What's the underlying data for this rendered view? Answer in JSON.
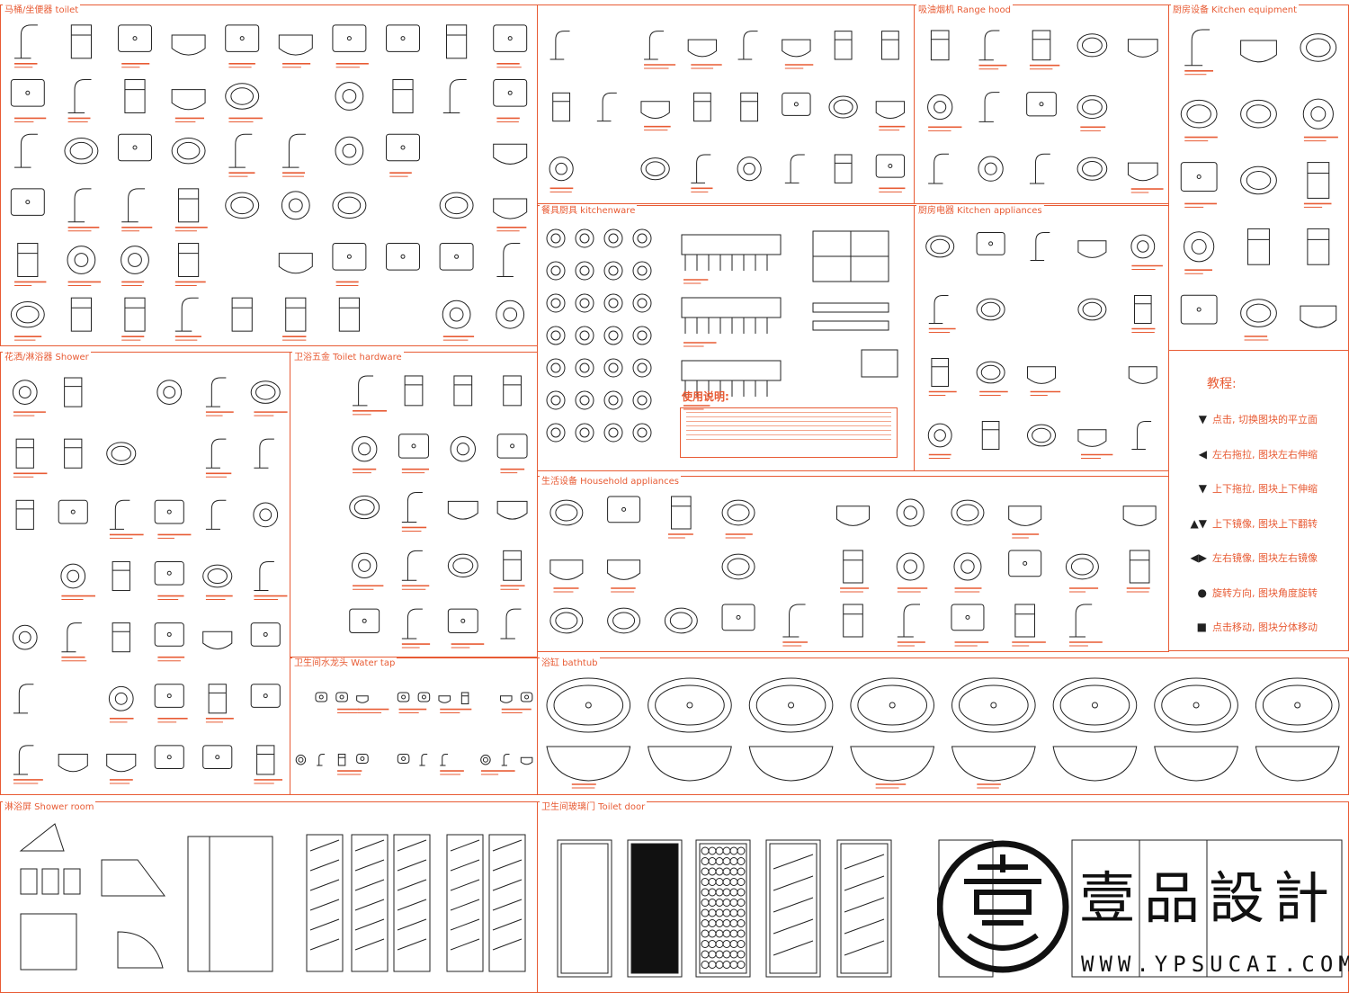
{
  "panels": {
    "toilet": "马桶/坐便器 toilet",
    "kitchenware_sink": "",
    "range_hood": "吸油烟机 Range hood",
    "kitchen_equipment": "厨房设备 Kitchen equipment",
    "kitchenware": "餐具厨具 kitchenware",
    "kitchen_appliances": "厨房电器 Kitchen appliances",
    "shower": "花洒/淋浴器 Shower",
    "toilet_hardware": "卫浴五金 Toilet hardware",
    "household_appliances": "生活设备 Household appliances",
    "water_tap": "卫生间水龙头 Water tap",
    "bathtub": "浴缸 bathtub",
    "shower_room": "淋浴屏 Shower room",
    "toilet_door": "卫生间玻璃门 Toilet door"
  },
  "usage": {
    "heading": "使用说明:"
  },
  "tutorial": {
    "heading": "教程:",
    "rows": [
      {
        "icon": "▼",
        "text": "点击, 切换图块的平立面"
      },
      {
        "icon": "◀",
        "text": "左右拖拉, 图块左右伸缩"
      },
      {
        "icon": "▼",
        "text": "上下拖拉, 图块上下伸缩"
      },
      {
        "icon": "▲▼",
        "text": "上下镜像, 图块上下翻转"
      },
      {
        "icon": "◀▶",
        "text": "左右镜像, 图块左右镜像"
      },
      {
        "icon": "●",
        "text": "旋转方向, 图块角度旋转"
      },
      {
        "icon": "■",
        "text": "点击移动, 图块分体移动"
      }
    ]
  },
  "brand": {
    "name": "壹品設計",
    "url": "WWW.YPSUCAI.COM"
  },
  "colors": {
    "accent": "#e85b34",
    "ink": "#111111"
  }
}
